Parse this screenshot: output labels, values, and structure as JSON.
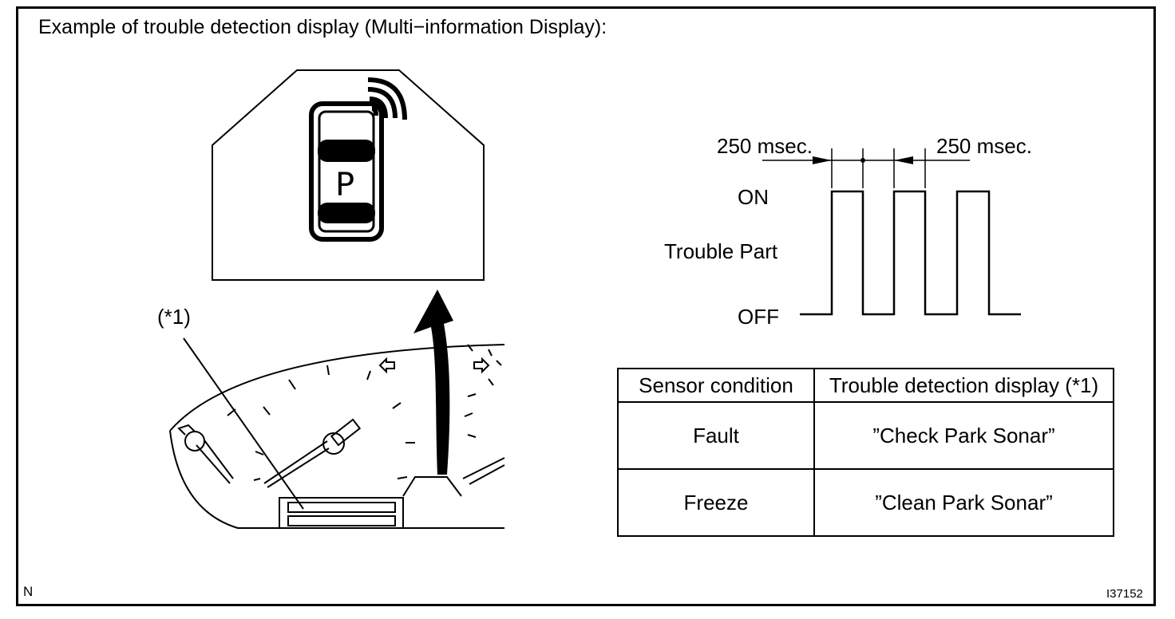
{
  "title": "Example of trouble detection display (Multi−information Display):",
  "display_icon": {
    "letter": "P",
    "icon_name": "park-sonar-car-icon"
  },
  "callout": "(*1)",
  "timing": {
    "left_label": "250 msec.",
    "right_label": "250 msec.",
    "on_label": "ON",
    "signal_label": "Trouble Part",
    "off_label": "OFF"
  },
  "table": {
    "headers": [
      "Sensor condition",
      "Trouble detection display (*1)"
    ],
    "rows": [
      {
        "condition": "Fault",
        "display": "”Check Park Sonar”"
      },
      {
        "condition": "Freeze",
        "display": "”Clean Park Sonar”"
      }
    ]
  },
  "corner_left": "N",
  "corner_right": "I37152"
}
